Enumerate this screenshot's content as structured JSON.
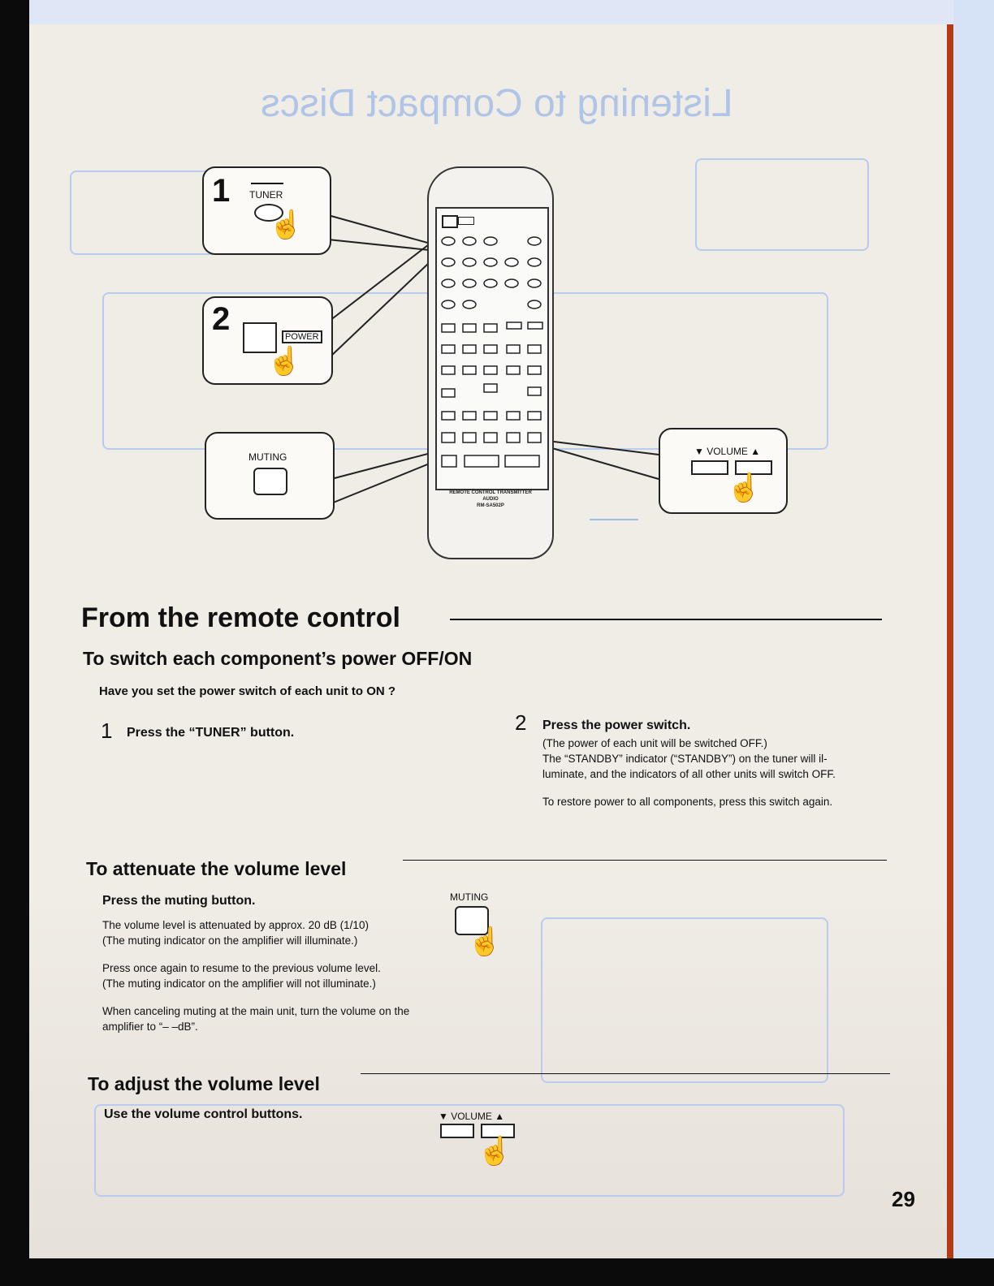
{
  "ghost_title": "Listening to Compact Discs",
  "callouts": {
    "step1_number": "1",
    "tuner_label": "TUNER",
    "step2_number": "2",
    "power_label": "POWER",
    "muting_label": "MUTING",
    "volume_label": "▼ VOLUME ▲"
  },
  "remote": {
    "caption_line1": "REMOTE CONTROL TRANSMITTER",
    "caption_line2": "AUDIO",
    "caption_line3": "RM-SA502P"
  },
  "section_title": "From the remote control",
  "switch_power": {
    "heading": "To switch each component’s power OFF/ON",
    "question": "Have you set the power switch of each unit to ON ?",
    "step1_number": "1",
    "step1_text": "Press the “TUNER” button.",
    "step2_number": "2",
    "step2_text": "Press the power switch.",
    "step2_note1": "(The power of each unit will be switched OFF.)",
    "step2_note2a": "The “STANDBY” indicator (“STANDBY”) on the tuner will il-",
    "step2_note2b": "luminate, and the indicators of all other units will switch OFF.",
    "step2_note3": "To restore power to all components, press this switch again."
  },
  "attenuate": {
    "heading": "To attenuate the volume level",
    "instruction": "Press the muting button.",
    "line1": "The volume level is attenuated by approx. 20 dB (1/10)",
    "line2": "(The muting indicator on the amplifier will illuminate.)",
    "line3": "Press once again to resume to the previous volume level.",
    "line4": "(The muting indicator on the amplifier will not illuminate.)",
    "line5": "When canceling muting at the main unit, turn the volume on the",
    "line6": "amplifier to “– –dB”.",
    "muting_label": "MUTING"
  },
  "adjust": {
    "heading": "To adjust the volume level",
    "instruction": "Use the volume control buttons.",
    "volume_label": "▼ VOLUME ▲"
  },
  "page_number": "29"
}
